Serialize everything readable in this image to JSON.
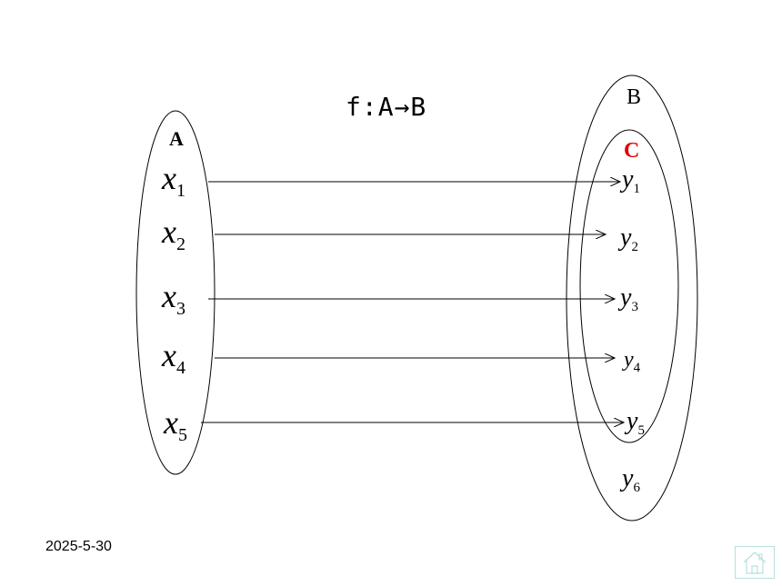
{
  "title": "f:A→B",
  "sets": {
    "A_label": "A",
    "B_label": "B",
    "C_label": "C",
    "C_color": "#e00000"
  },
  "domain_elements": [
    {
      "base": "x",
      "sub": "1"
    },
    {
      "base": "x",
      "sub": "2"
    },
    {
      "base": "x",
      "sub": "3"
    },
    {
      "base": "x",
      "sub": "4"
    },
    {
      "base": "x",
      "sub": "5"
    }
  ],
  "codomain_elements": [
    {
      "base": "y",
      "sub": "1"
    },
    {
      "base": "y",
      "sub": "2"
    },
    {
      "base": "y",
      "sub": "3"
    },
    {
      "base": "y",
      "sub": "4"
    },
    {
      "base": "y",
      "sub": "5"
    },
    {
      "base": "y",
      "sub": "6"
    }
  ],
  "mappings": [
    {
      "from": "x1",
      "to": "y1"
    },
    {
      "from": "x2",
      "to": "y2"
    },
    {
      "from": "x3",
      "to": "y3"
    },
    {
      "from": "x4",
      "to": "y4"
    },
    {
      "from": "x5",
      "to": "y5"
    }
  ],
  "footer": {
    "date": "2025-5-30",
    "home_icon": "home-icon"
  }
}
